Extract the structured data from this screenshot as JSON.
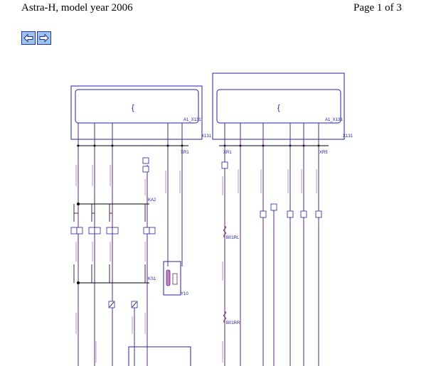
{
  "header": {
    "title": "Astra-H, model year 2006",
    "page_indicator": "Page 1 of 3"
  },
  "navigation": {
    "back_icon": "arrow-left-icon",
    "forward_icon": "arrow-right-icon"
  },
  "diagram": {
    "connector_left": "A1_X131",
    "connector_right": "A1_X131",
    "plug_left": "X131",
    "plug_right": "X131",
    "junction_xr1_left": "XR1",
    "junction_xr1_right": "XR1",
    "junction_xr5": "XR5",
    "splice_top": "KA2",
    "splice_bottom": "KS1",
    "component_y10": "Y10",
    "sensor_rl": "B01RL",
    "sensor_rr": "B01RR",
    "brace_left": "{",
    "brace_right": "{"
  },
  "colors": {
    "wire": "#5a2a78",
    "frame": "#2222aa",
    "label": "#1a1aa0",
    "nav_fill": "#9ec4ee"
  }
}
